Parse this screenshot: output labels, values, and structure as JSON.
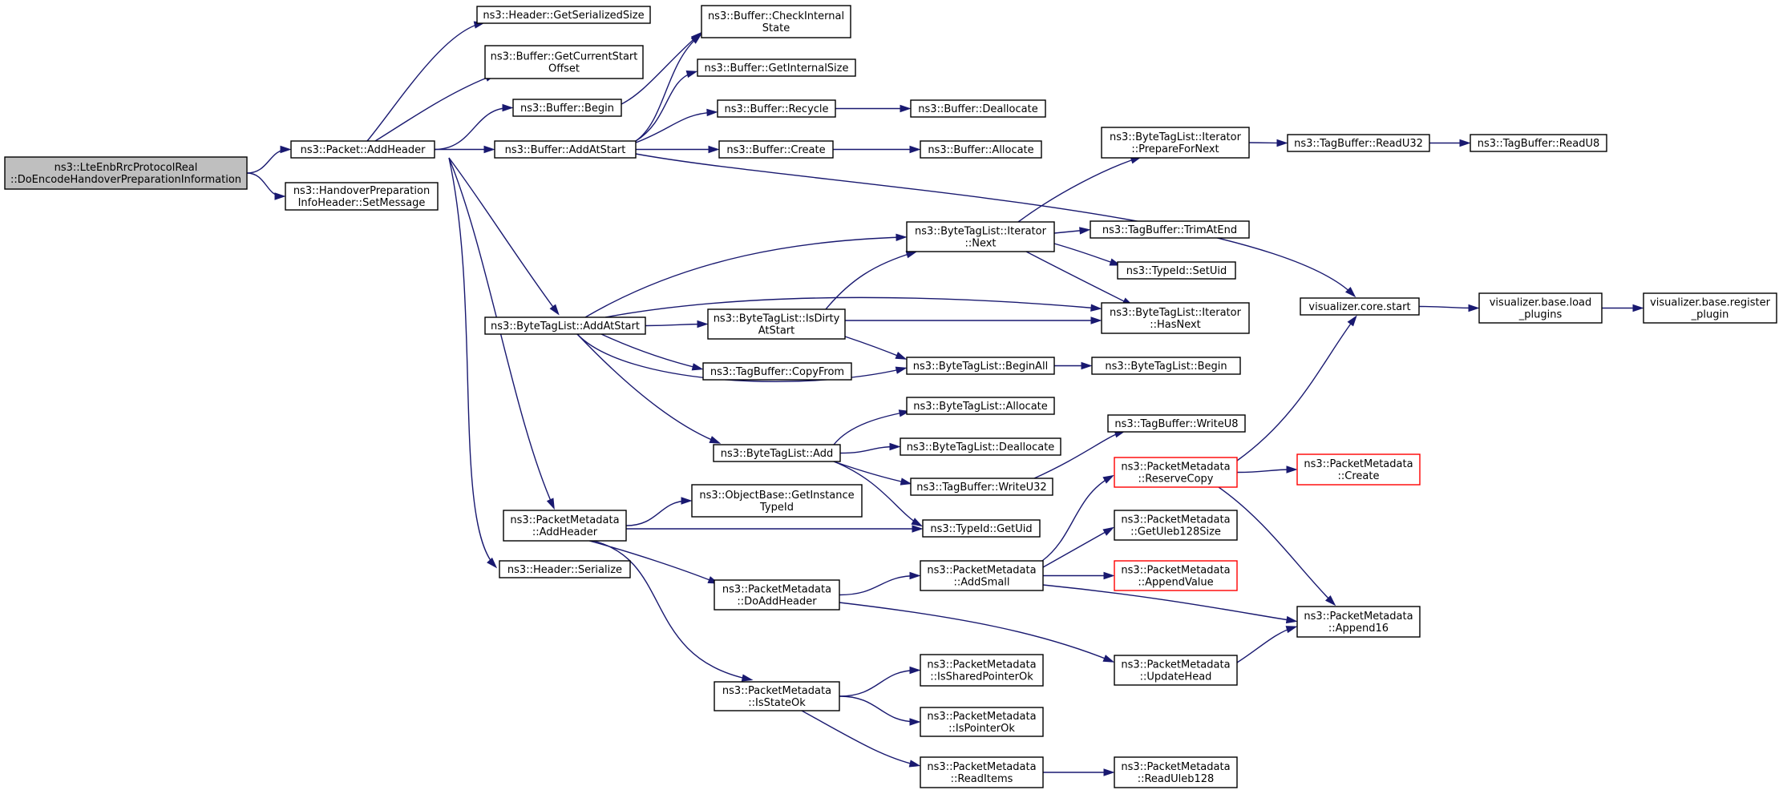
{
  "colors": {
    "edge": "#191970",
    "node_border": "#000000",
    "truncated_border": "#ff0000",
    "root_fill": "#bfbfbf"
  },
  "nodes": [
    {
      "id": "root",
      "lines": [
        "ns3::LteEnbRrcProtocolReal",
        "::DoEncodeHandoverPreparationInformation"
      ]
    },
    {
      "id": "packet_addheader",
      "lines": [
        "ns3::Packet::AddHeader"
      ]
    },
    {
      "id": "hpih_setmessage",
      "lines": [
        "ns3::HandoverPreparation",
        "InfoHeader::SetMessage"
      ]
    },
    {
      "id": "header_getserializedsize",
      "lines": [
        "ns3::Header::GetSerializedSize"
      ]
    },
    {
      "id": "buffer_getcurrentstartoffset",
      "lines": [
        "ns3::Buffer::GetCurrentStart",
        "Offset"
      ]
    },
    {
      "id": "buffer_begin",
      "lines": [
        "ns3::Buffer::Begin"
      ]
    },
    {
      "id": "buffer_addatstart",
      "lines": [
        "ns3::Buffer::AddAtStart"
      ]
    },
    {
      "id": "btl_addatstart",
      "lines": [
        "ns3::ByteTagList::AddAtStart"
      ]
    },
    {
      "id": "pm_addheader",
      "lines": [
        "ns3::PacketMetadata",
        "::AddHeader"
      ]
    },
    {
      "id": "header_serialize",
      "lines": [
        "ns3::Header::Serialize"
      ]
    },
    {
      "id": "buffer_checkinternalstate",
      "lines": [
        "ns3::Buffer::CheckInternal",
        "State"
      ]
    },
    {
      "id": "buffer_getinternalsize",
      "lines": [
        "ns3::Buffer::GetInternalSize"
      ]
    },
    {
      "id": "buffer_recycle",
      "lines": [
        "ns3::Buffer::Recycle"
      ]
    },
    {
      "id": "buffer_create",
      "lines": [
        "ns3::Buffer::Create"
      ]
    },
    {
      "id": "buffer_deallocate",
      "lines": [
        "ns3::Buffer::Deallocate"
      ]
    },
    {
      "id": "buffer_allocate",
      "lines": [
        "ns3::Buffer::Allocate"
      ]
    },
    {
      "id": "btli_next",
      "lines": [
        "ns3::ByteTagList::Iterator",
        "::Next"
      ]
    },
    {
      "id": "btl_isdirtyatstart",
      "lines": [
        "ns3::ByteTagList::IsDirty",
        "AtStart"
      ]
    },
    {
      "id": "tb_copyfrom",
      "lines": [
        "ns3::TagBuffer::CopyFrom"
      ]
    },
    {
      "id": "btl_beginall",
      "lines": [
        "ns3::ByteTagList::BeginAll"
      ]
    },
    {
      "id": "btl_add",
      "lines": [
        "ns3::ByteTagList::Add"
      ]
    },
    {
      "id": "btl_allocate",
      "lines": [
        "ns3::ByteTagList::Allocate"
      ]
    },
    {
      "id": "btl_deallocate",
      "lines": [
        "ns3::ByteTagList::Deallocate"
      ]
    },
    {
      "id": "tb_writeu32",
      "lines": [
        "ns3::TagBuffer::WriteU32"
      ]
    },
    {
      "id": "tb_writeu8",
      "lines": [
        "ns3::TagBuffer::WriteU8"
      ]
    },
    {
      "id": "btli_preparefornext",
      "lines": [
        "ns3::ByteTagList::Iterator",
        "::PrepareForNext"
      ]
    },
    {
      "id": "tb_readu32",
      "lines": [
        "ns3::TagBuffer::ReadU32"
      ]
    },
    {
      "id": "tb_readu8",
      "lines": [
        "ns3::TagBuffer::ReadU8"
      ]
    },
    {
      "id": "tb_trimatend",
      "lines": [
        "ns3::TagBuffer::TrimAtEnd"
      ]
    },
    {
      "id": "typeid_setuid",
      "lines": [
        "ns3::TypeId::SetUid"
      ]
    },
    {
      "id": "btli_hasnext",
      "lines": [
        "ns3::ByteTagList::Iterator",
        "::HasNext"
      ]
    },
    {
      "id": "btl_begin",
      "lines": [
        "ns3::ByteTagList::Begin"
      ]
    },
    {
      "id": "ob_getinstancetypeid",
      "lines": [
        "ns3::ObjectBase::GetInstance",
        "TypeId"
      ]
    },
    {
      "id": "typeid_getuid",
      "lines": [
        "ns3::TypeId::GetUid"
      ]
    },
    {
      "id": "pm_doaddheader",
      "lines": [
        "ns3::PacketMetadata",
        "::DoAddHeader"
      ]
    },
    {
      "id": "pm_isstateok",
      "lines": [
        "ns3::PacketMetadata",
        "::IsStateOk"
      ]
    },
    {
      "id": "pm_addsmall",
      "lines": [
        "ns3::PacketMetadata",
        "::AddSmall"
      ]
    },
    {
      "id": "pm_issharedpointerok",
      "lines": [
        "ns3::PacketMetadata",
        "::IsSharedPointerOk"
      ]
    },
    {
      "id": "pm_ispointerok",
      "lines": [
        "ns3::PacketMetadata",
        "::IsPointerOk"
      ]
    },
    {
      "id": "pm_readitems",
      "lines": [
        "ns3::PacketMetadata",
        "::ReadItems"
      ]
    },
    {
      "id": "pm_reservecopy",
      "lines": [
        "ns3::PacketMetadata",
        "::ReserveCopy"
      ]
    },
    {
      "id": "pm_getuleb128size",
      "lines": [
        "ns3::PacketMetadata",
        "::GetUleb128Size"
      ]
    },
    {
      "id": "pm_appendvalue",
      "lines": [
        "ns3::PacketMetadata",
        "::AppendValue"
      ]
    },
    {
      "id": "pm_updatehead",
      "lines": [
        "ns3::PacketMetadata",
        "::UpdateHead"
      ]
    },
    {
      "id": "pm_readuleb128",
      "lines": [
        "ns3::PacketMetadata",
        "::ReadUleb128"
      ]
    },
    {
      "id": "pm_create",
      "lines": [
        "ns3::PacketMetadata",
        "::Create"
      ]
    },
    {
      "id": "pm_append16",
      "lines": [
        "ns3::PacketMetadata",
        "::Append16"
      ]
    },
    {
      "id": "vis_core_start",
      "lines": [
        "visualizer.core.start"
      ]
    },
    {
      "id": "vis_base_load_plugins",
      "lines": [
        "visualizer.base.load",
        "_plugins"
      ]
    },
    {
      "id": "vis_base_register_plugin",
      "lines": [
        "visualizer.base.register",
        "_plugin"
      ]
    }
  ],
  "edges": [
    [
      "root",
      "packet_addheader"
    ],
    [
      "root",
      "hpih_setmessage"
    ],
    [
      "packet_addheader",
      "header_getserializedsize"
    ],
    [
      "packet_addheader",
      "buffer_getcurrentstartoffset"
    ],
    [
      "packet_addheader",
      "buffer_begin"
    ],
    [
      "packet_addheader",
      "buffer_addatstart"
    ],
    [
      "packet_addheader",
      "btl_addatstart"
    ],
    [
      "packet_addheader",
      "pm_addheader"
    ],
    [
      "packet_addheader",
      "header_serialize"
    ],
    [
      "buffer_begin",
      "buffer_checkinternalstate"
    ],
    [
      "buffer_addatstart",
      "buffer_checkinternalstate"
    ],
    [
      "buffer_addatstart",
      "buffer_getinternalsize"
    ],
    [
      "buffer_addatstart",
      "buffer_recycle"
    ],
    [
      "buffer_addatstart",
      "buffer_create"
    ],
    [
      "buffer_addatstart",
      "vis_core_start"
    ],
    [
      "buffer_recycle",
      "buffer_deallocate"
    ],
    [
      "buffer_create",
      "buffer_allocate"
    ],
    [
      "btl_addatstart",
      "btli_next"
    ],
    [
      "btl_addatstart",
      "btl_isdirtyatstart"
    ],
    [
      "btl_addatstart",
      "btli_hasnext"
    ],
    [
      "btl_addatstart",
      "tb_copyfrom"
    ],
    [
      "btl_addatstart",
      "btl_beginall"
    ],
    [
      "btl_addatstart",
      "btl_add"
    ],
    [
      "btl_isdirtyatstart",
      "btli_next"
    ],
    [
      "btl_isdirtyatstart",
      "btli_hasnext"
    ],
    [
      "btl_isdirtyatstart",
      "btl_beginall"
    ],
    [
      "btli_next",
      "btli_preparefornext"
    ],
    [
      "btli_next",
      "tb_trimatend"
    ],
    [
      "btli_next",
      "typeid_setuid"
    ],
    [
      "btli_next",
      "btli_hasnext"
    ],
    [
      "btli_preparefornext",
      "tb_readu32"
    ],
    [
      "tb_readu32",
      "tb_readu8"
    ],
    [
      "btl_beginall",
      "btl_begin"
    ],
    [
      "btl_add",
      "btl_allocate"
    ],
    [
      "btl_add",
      "btl_deallocate"
    ],
    [
      "btl_add",
      "tb_writeu32"
    ],
    [
      "btl_add",
      "typeid_getuid"
    ],
    [
      "tb_writeu32",
      "tb_writeu8"
    ],
    [
      "pm_addheader",
      "ob_getinstancetypeid"
    ],
    [
      "pm_addheader",
      "typeid_getuid"
    ],
    [
      "pm_addheader",
      "pm_doaddheader"
    ],
    [
      "pm_addheader",
      "pm_isstateok"
    ],
    [
      "pm_doaddheader",
      "pm_addsmall"
    ],
    [
      "pm_doaddheader",
      "pm_updatehead"
    ],
    [
      "pm_isstateok",
      "pm_issharedpointerok"
    ],
    [
      "pm_isstateok",
      "pm_ispointerok"
    ],
    [
      "pm_isstateok",
      "pm_readitems"
    ],
    [
      "pm_readitems",
      "pm_readuleb128"
    ],
    [
      "pm_addsmall",
      "pm_reservecopy"
    ],
    [
      "pm_addsmall",
      "pm_getuleb128size"
    ],
    [
      "pm_addsmall",
      "pm_appendvalue"
    ],
    [
      "pm_addsmall",
      "pm_append16"
    ],
    [
      "pm_updatehead",
      "pm_append16"
    ],
    [
      "pm_reservecopy",
      "pm_create"
    ],
    [
      "pm_reservecopy",
      "pm_append16"
    ],
    [
      "pm_reservecopy",
      "vis_core_start"
    ],
    [
      "vis_core_start",
      "vis_base_load_plugins"
    ],
    [
      "vis_base_load_plugins",
      "vis_base_register_plugin"
    ]
  ]
}
